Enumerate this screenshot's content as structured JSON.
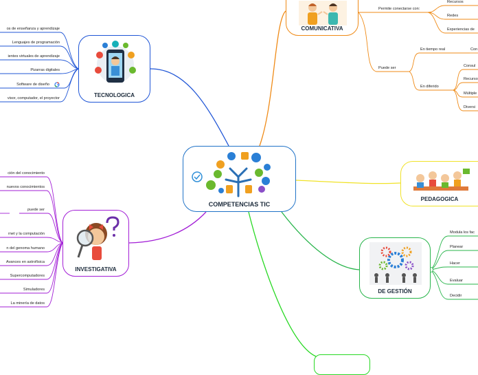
{
  "central": {
    "title": "COMPETENCIAS TIC"
  },
  "tecnologica": {
    "title": "TECNOLOGICA",
    "items": [
      "os de enseñanza y aprendizaje",
      "Lenguajes de programación",
      "ientes virtuales de aprendizaje",
      "Pizarras digitales",
      "Software de diseño",
      "visor, computador, el proyector"
    ]
  },
  "comunicativa": {
    "title": "COMUNICATIVA",
    "connect_label": "Permite conectarse con:",
    "connect_items": [
      "Recursos",
      "Redes",
      "Experiencias de"
    ],
    "puede_ser": "Puede ser",
    "tiempo_real": "En tiempo real",
    "tiempo_real_child": "Con",
    "diferido": "En diferido",
    "diferido_items": [
      "Consul",
      "Recurso",
      "Múltiple",
      "Diversi"
    ]
  },
  "pedagogica": {
    "title": "PEDAGOGICA"
  },
  "gestion": {
    "title": "DE GESTIÓN",
    "items": [
      "Modula los fac",
      "Planear",
      "Hacer",
      "Evaluar",
      "Decidir"
    ]
  },
  "investigativa": {
    "title": "INVESTIGATIVA",
    "items": [
      "ción del conocimiento",
      "nuevos conocimientos",
      "puede ser",
      "rnet y la computación",
      "n del genoma humano",
      "Avances en astrofísica",
      "Supercomputadores",
      "Simuladores",
      "La minería de datos"
    ]
  },
  "colors": {
    "tecnologica": "#1f55d6",
    "comunicativa": "#ef8a16",
    "pedagogica": "#f0e226",
    "gestion": "#27b44a",
    "investigativa": "#a21ed6",
    "central": "#1f72c7",
    "bottom": "#27d822"
  },
  "icons": [
    "google-icon"
  ]
}
